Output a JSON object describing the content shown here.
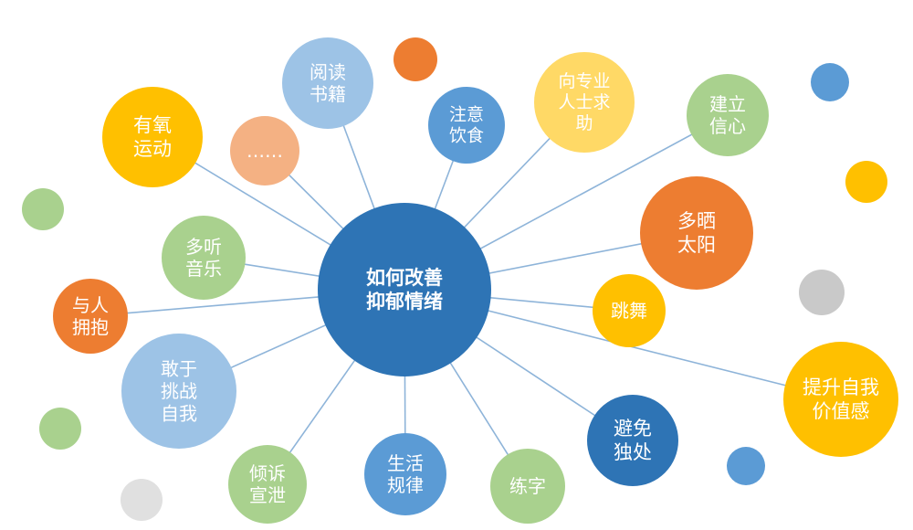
{
  "center": {
    "lines": [
      "如何改善",
      "抑郁情绪"
    ],
    "color": "#2e74b5"
  },
  "nodes": [
    {
      "id": "aerobic-exercise",
      "lines": [
        "有氧",
        "运动"
      ],
      "color": "#ffc000"
    },
    {
      "id": "more-ellipsis",
      "lines": [
        "……"
      ],
      "color": "#f4b183"
    },
    {
      "id": "read-books",
      "lines": [
        "阅读",
        "书籍"
      ],
      "color": "#9dc3e6"
    },
    {
      "id": "mind-diet",
      "lines": [
        "注意",
        "饮食"
      ],
      "color": "#5b9bd5"
    },
    {
      "id": "seek-professional-help",
      "lines": [
        "向专业",
        "人士求",
        "助"
      ],
      "color": "#ffd966"
    },
    {
      "id": "build-confidence",
      "lines": [
        "建立",
        "信心"
      ],
      "color": "#a9d18e"
    },
    {
      "id": "sunbathe",
      "lines": [
        "多晒",
        "太阳"
      ],
      "color": "#ed7d31"
    },
    {
      "id": "dance",
      "lines": [
        "跳舞"
      ],
      "color": "#ffc000"
    },
    {
      "id": "raise-self-worth",
      "lines": [
        "提升自我",
        "价值感"
      ],
      "color": "#ffc000"
    },
    {
      "id": "avoid-being-alone",
      "lines": [
        "避免",
        "独处"
      ],
      "color": "#2e74b5"
    },
    {
      "id": "practice-calligraphy",
      "lines": [
        "练字"
      ],
      "color": "#a9d18e"
    },
    {
      "id": "regular-routine",
      "lines": [
        "生活",
        "规律"
      ],
      "color": "#5b9bd5"
    },
    {
      "id": "confide-vent",
      "lines": [
        "倾诉",
        "宣泄"
      ],
      "color": "#a9d18e"
    },
    {
      "id": "dare-challenge-self",
      "lines": [
        "敢于",
        "挑战",
        "自我"
      ],
      "color": "#9dc3e6"
    },
    {
      "id": "hug-others",
      "lines": [
        "与人",
        "拥抱"
      ],
      "color": "#ed7d31"
    },
    {
      "id": "listen-music",
      "lines": [
        "多听",
        "音乐"
      ],
      "color": "#a9d18e"
    }
  ],
  "decorations": [
    {
      "id": "orange-dot",
      "color": "#ed7d31"
    },
    {
      "id": "blue-dot-top-right",
      "color": "#5b9bd5"
    },
    {
      "id": "yellow-dot",
      "color": "#ffc000"
    },
    {
      "id": "gray-dot-right",
      "color": "#c9c9c9"
    },
    {
      "id": "blue-dot-bottom-right",
      "color": "#5b9bd5"
    },
    {
      "id": "green-dot-left",
      "color": "#a9d18e"
    },
    {
      "id": "green-dot-bottom-left",
      "color": "#a9d18e"
    },
    {
      "id": "gray-dot-bottom-left",
      "color": "#e0e0e0"
    }
  ],
  "connector_color": "#8eb4d9"
}
